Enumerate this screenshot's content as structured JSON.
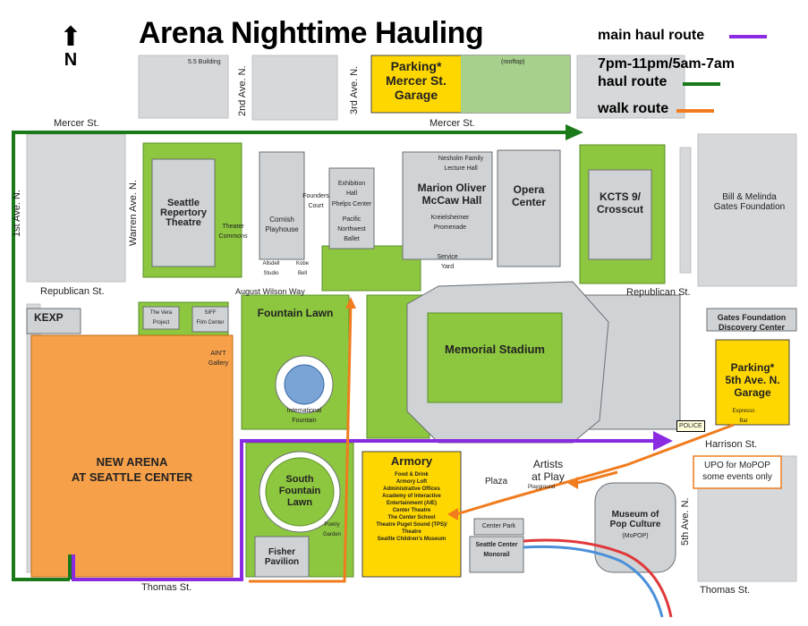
{
  "title": "Arena Nighttime Hauling",
  "north": {
    "arrow": "⬆",
    "letter": "N"
  },
  "legend": {
    "main_haul": {
      "label": "main haul route",
      "color": "#8a2be2"
    },
    "haul_timed": {
      "label_line1": "7pm-11pm/5am-7am",
      "label_line2": "haul route",
      "color": "#1a7a1a"
    },
    "walk": {
      "label": "walk route",
      "color": "#f07c1e"
    }
  },
  "streets": {
    "mercer_w": "Mercer St.",
    "mercer_e": "Mercer St.",
    "first_ave": "1st Ave. N.",
    "warren_ave": "Warren Ave. N.",
    "second_ave": "2nd Ave. N.",
    "third_ave": "3rd Ave. N.",
    "republican_w": "Republican St.",
    "republican_e": "Republican St.",
    "august_wilson": "August Wilson Way",
    "harrison": "Harrison St.",
    "fifth_ave": "5th Ave. N.",
    "thomas_w": "Thomas St.",
    "thomas_e": "Thomas St."
  },
  "places": {
    "parking_mercer": "Parking*\nMercer St. Garage",
    "parking_mercer_note": "(rooftop)",
    "building_55": "5.5 Building",
    "seattle_rep": "Seattle\nRepertory\nTheatre",
    "theater_commons": "Theater\nCommons",
    "cornish": "Cornish\nPlayhouse",
    "founders_court": "Founders\nCourt",
    "exhibition_hall": "Exhibition\nHall",
    "phelps": "Phelps Center",
    "pnb": "Pacific\nNorthwest\nBallet",
    "allsdell": "Allsdell\nStudio",
    "kobe_bell": "Kobe\nBell",
    "nesholm": "Nesholm Family\nLecture Hall",
    "mccaw": "Marion Oliver\nMcCaw Hall",
    "kreielsheimer": "Kreielsheimer\nPromenade",
    "service_yard": "Service\nYard",
    "opera": "Opera\nCenter",
    "kcts": "KCTS 9/\nCrosscut",
    "gates": "Bill & Melinda\nGates Foundation",
    "gates_discovery": "Gates Foundation\nDiscovery Center",
    "parking_5th": "Parking*\n5th Ave. N.\nGarage",
    "expresso": "Expresso\nBar",
    "police": "POLICE",
    "kexp": "KEXP",
    "vera": "The Vera\nProject",
    "siff": "SIFF\nFilm Center",
    "aint": "AIN'T\nGallery",
    "fountain_lawn": "Fountain Lawn",
    "intl_fountain": "International\nFountain",
    "memorial_stadium": "Memorial Stadium",
    "new_arena": "NEW ARENA\nAT SEATTLE CENTER",
    "south_fountain": "South\nFountain\nLawn",
    "poetry_garden": "Poetry\nGarden",
    "fisher": "Fisher\nPavilion",
    "armory": "Armory",
    "armory_details": "Food & Drink\nArmory Loft\nAdministrative Offices\nAcademy of Interactive\nEntertainment (AIE)\nCenter Theatre\nThe Center School\nTheatre Puget Sound (TPS)/\nTheatre\nSeattle Children's Museum",
    "plaza": "Plaza",
    "artists": "Artists\nat Play",
    "playground": "Playground",
    "center_park": "Center Park",
    "monorail": "Seattle Center\nMonorail",
    "mopop": "Museum of\nPop Culture",
    "mopop_abbr": "(MoPOP)",
    "upo_note": "UPO for MoPOP\nsome events only"
  }
}
